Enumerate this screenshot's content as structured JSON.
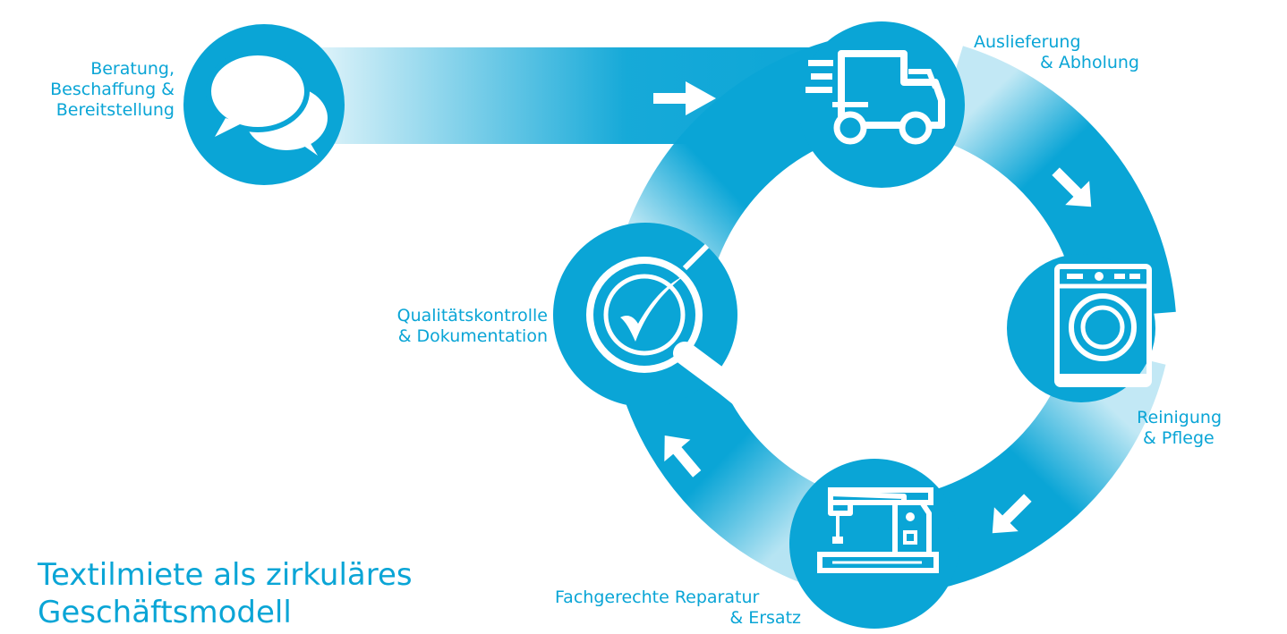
{
  "colors": {
    "accent": "#0aa5d6",
    "icon": "#ffffff"
  },
  "title": {
    "line1": "Textilmiete als zirkuläres",
    "line2": "Geschäftsmodell"
  },
  "steps": [
    {
      "icon": "speech-bubbles-icon",
      "line1": "Beratung,",
      "line2": "Beschaffung &",
      "line3": "Bereitstellung"
    },
    {
      "icon": "delivery-truck-icon",
      "line1": "Auslieferung",
      "line2": "& Abholung"
    },
    {
      "icon": "washing-machine-icon",
      "line1": "Reinigung",
      "line2": "& Pflege"
    },
    {
      "icon": "sewing-machine-icon",
      "line1": "Fachgerechte Reparatur",
      "line2": "& Ersatz"
    },
    {
      "icon": "quality-check-magnifier-icon",
      "line1": "Qualitätskontrolle",
      "line2": "& Dokumentation"
    }
  ]
}
